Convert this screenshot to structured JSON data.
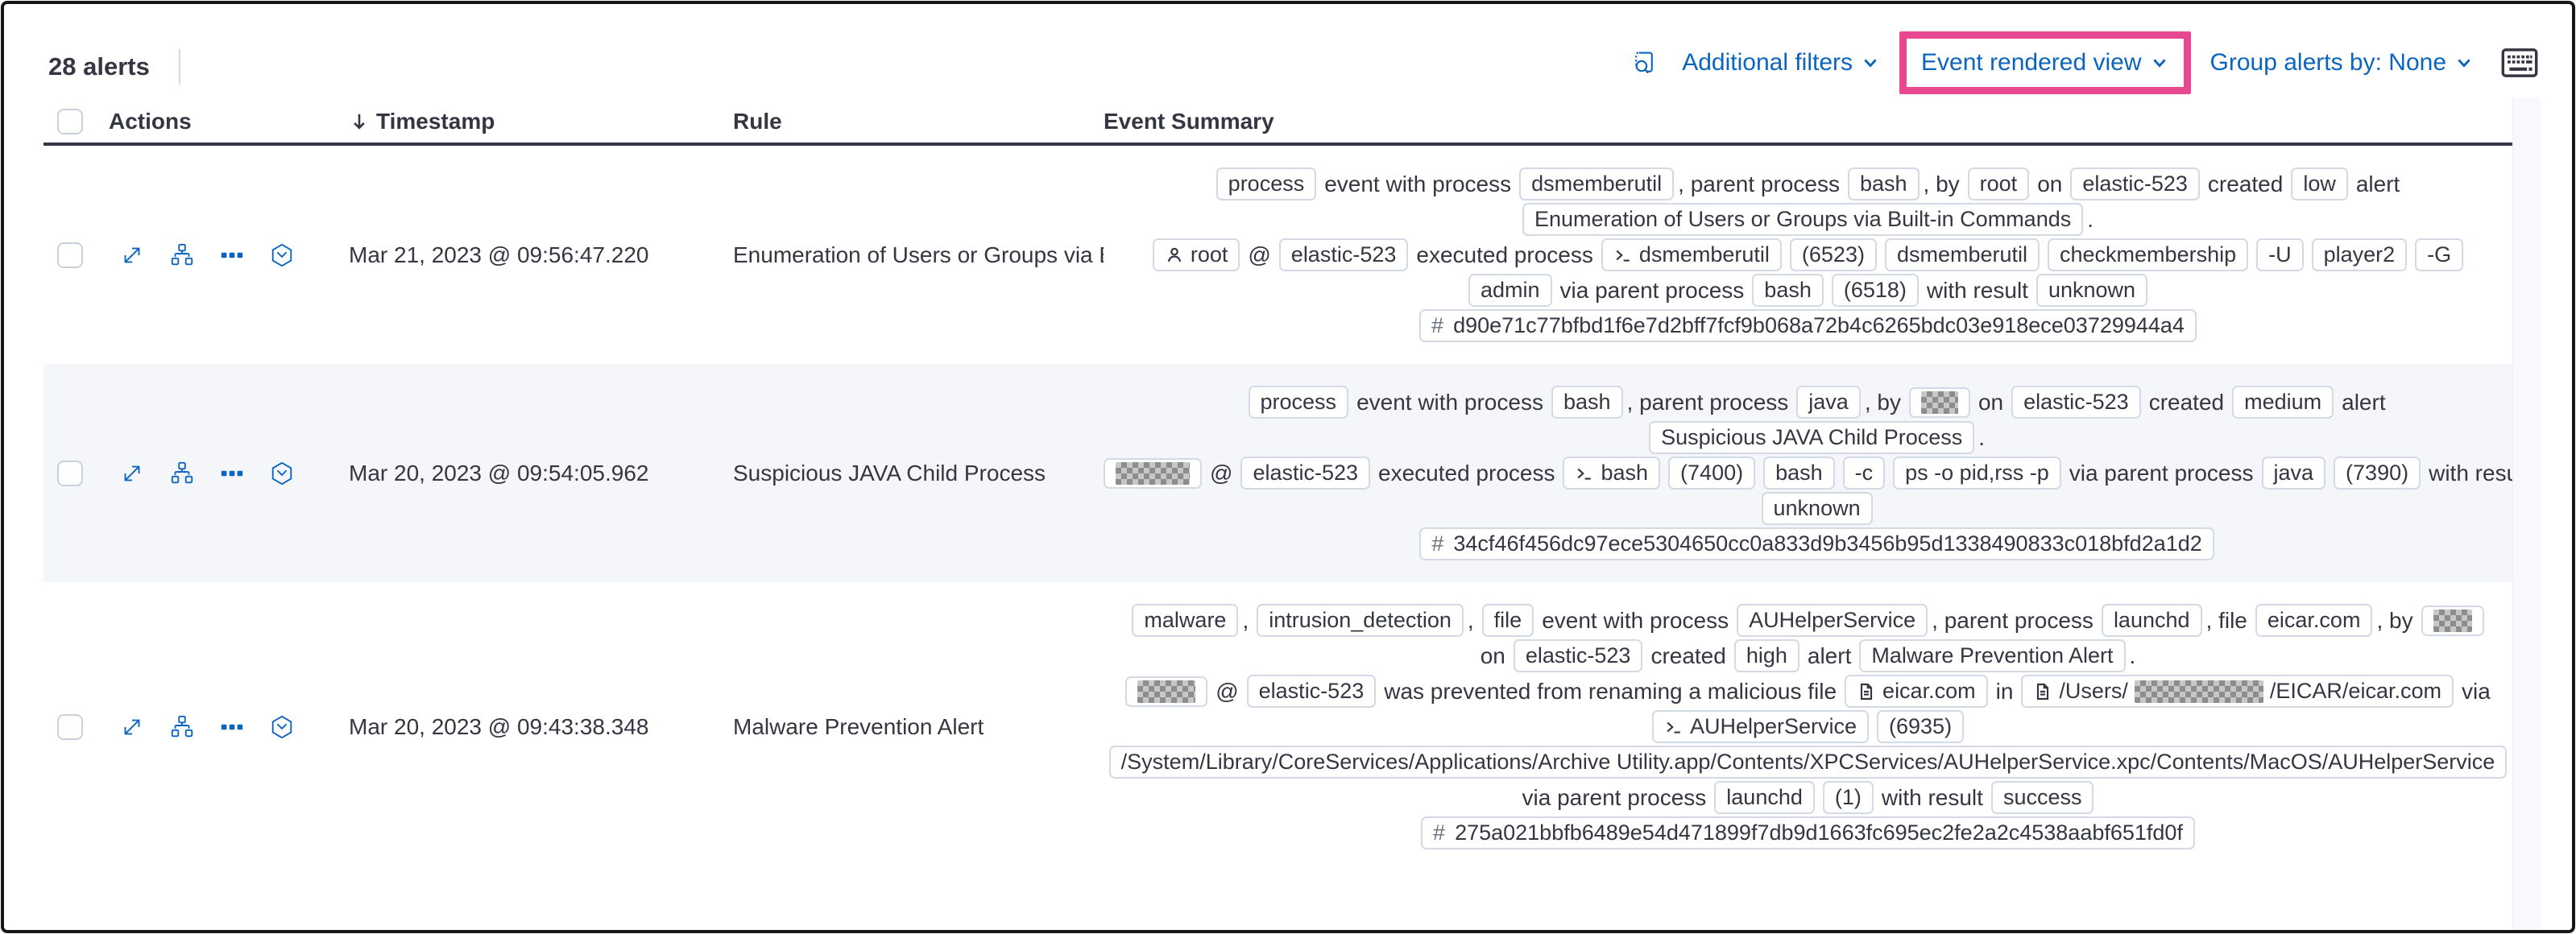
{
  "colors": {
    "link_blue": "#0b64bf",
    "highlight_pink": "#e8488f",
    "badge_border": "#d3dae6",
    "text_dark": "#343741",
    "row_stripe": "#f4f6fa"
  },
  "toolbar": {
    "alerts_count": "28 alerts",
    "inspect_icon": "inspect-icon",
    "additional_filters_label": "Additional filters",
    "event_rendered_view_label": "Event rendered view",
    "group_alerts_by_label": "Group alerts by: None",
    "keyboard_icon": "keyboard-icon",
    "highlight_note": "pink annotation box around Event rendered view"
  },
  "table": {
    "columns": [
      {
        "label": "Actions"
      },
      {
        "label": "Timestamp",
        "sort_icon": "arrow-down"
      },
      {
        "label": "Rule"
      },
      {
        "label": "Event Summary"
      }
    ],
    "action_icons": [
      "expand-alert",
      "analyze-event",
      "more-actions",
      "investigate-in-timeline"
    ],
    "rows": [
      {
        "timestamp": "Mar 21, 2023 @ 09:56:47.220",
        "rule": "Enumeration of Users or Groups via Bui",
        "summary": [
          [
            {
              "b": "process"
            },
            {
              "t": "event with process"
            },
            {
              "b": "dsmemberutil"
            },
            {
              "t": ", parent process"
            },
            {
              "b": "bash"
            },
            {
              "t": ", by"
            },
            {
              "b": "root"
            },
            {
              "t": "on"
            },
            {
              "b": "elastic-523"
            },
            {
              "t": "created"
            },
            {
              "b": "low"
            },
            {
              "t": "alert"
            }
          ],
          [
            {
              "b": "Enumeration of Users or Groups via Built-in Commands"
            },
            {
              "t": "."
            }
          ],
          [
            {
              "b": "root",
              "i": "user"
            },
            {
              "t": "@"
            },
            {
              "b": "elastic-523"
            },
            {
              "t": "executed process"
            },
            {
              "b": "dsmemberutil",
              "i": "terminal"
            },
            {
              "b": "(6523)"
            },
            {
              "b": "dsmemberutil"
            },
            {
              "b": "checkmembership"
            },
            {
              "b": "-U"
            },
            {
              "b": "player2"
            },
            {
              "b": "-G"
            }
          ],
          [
            {
              "b": "admin"
            },
            {
              "t": "via parent process"
            },
            {
              "b": "bash"
            },
            {
              "b": "(6518)"
            },
            {
              "t": "with result"
            },
            {
              "b": "unknown"
            }
          ],
          [
            {
              "b": "d90e71c77bfbd1f6e7d2bff7fcf9b068a72b4c6265bdc03e918ece03729944a4",
              "i": "hash"
            }
          ]
        ]
      },
      {
        "timestamp": "Mar 20, 2023 @ 09:54:05.962",
        "rule": "Suspicious JAVA Child Process",
        "summary": [
          [
            {
              "b": "process"
            },
            {
              "t": "event with process"
            },
            {
              "b": "bash"
            },
            {
              "t": ", parent process"
            },
            {
              "b": "java"
            },
            {
              "t": ", by"
            },
            {
              "b": [
                46
              ]
            },
            {
              "t": "on"
            },
            {
              "b": "elastic-523"
            },
            {
              "t": "created"
            },
            {
              "b": "medium"
            },
            {
              "t": "alert"
            }
          ],
          [
            {
              "b": "Suspicious JAVA Child Process"
            },
            {
              "t": "."
            }
          ],
          [
            {
              "b": [
                92
              ]
            },
            {
              "t": "@"
            },
            {
              "b": "elastic-523"
            },
            {
              "t": "executed process"
            },
            {
              "b": "bash",
              "i": "terminal"
            },
            {
              "b": "(7400)"
            },
            {
              "b": "bash"
            },
            {
              "b": "-c"
            },
            {
              "b": "ps -o pid,rss -p"
            },
            {
              "t": "via parent process"
            },
            {
              "b": "java"
            },
            {
              "b": "(7390)"
            },
            {
              "t": "with result"
            }
          ],
          [
            {
              "b": "unknown"
            }
          ],
          [
            {
              "b": "34cf46f456dc97ece5304650cc0a833d9b3456b95d1338490833c018bfd2a1d2",
              "i": "hash"
            }
          ]
        ]
      },
      {
        "timestamp": "Mar 20, 2023 @ 09:43:38.348",
        "rule": "Malware Prevention Alert",
        "summary": [
          [
            {
              "b": "malware"
            },
            {
              "t": ","
            },
            {
              "b": "intrusion_detection"
            },
            {
              "t": ","
            },
            {
              "b": "file"
            },
            {
              "t": "event with process"
            },
            {
              "b": "AUHelperService"
            },
            {
              "t": ", parent process"
            },
            {
              "b": "launchd"
            },
            {
              "t": ", file"
            },
            {
              "b": "eicar.com"
            },
            {
              "t": ", by"
            },
            {
              "b": [
                48
              ]
            }
          ],
          [
            {
              "t": "on"
            },
            {
              "b": "elastic-523"
            },
            {
              "t": "created"
            },
            {
              "b": "high"
            },
            {
              "t": "alert"
            },
            {
              "b": "Malware Prevention Alert"
            },
            {
              "t": "."
            }
          ],
          [
            {
              "b": [
                72
              ]
            },
            {
              "t": "@"
            },
            {
              "b": "elastic-523"
            },
            {
              "t": "was prevented from renaming a malicious file"
            },
            {
              "b": "eicar.com",
              "i": "file"
            },
            {
              "t": "in"
            },
            {
              "b": [
                "/Users/",
                160,
                "/EICAR/eicar.com"
              ],
              "i": "file"
            },
            {
              "t": "via"
            }
          ],
          [
            {
              "b": "AUHelperService",
              "i": "terminal"
            },
            {
              "b": "(6935)"
            }
          ],
          [
            {
              "b": "/System/Library/CoreServices/Applications/Archive Utility.app/Contents/XPCServices/AUHelperService.xpc/Contents/MacOS/AUHelperService"
            }
          ],
          [
            {
              "t": "via parent process"
            },
            {
              "b": "launchd"
            },
            {
              "b": "(1)"
            },
            {
              "t": "with result"
            },
            {
              "b": "success"
            }
          ],
          [
            {
              "b": "275a021bbfb6489e54d471899f7db9d1663fc695ec2fe2a2c4538aabf651fd0f",
              "i": "hash"
            }
          ]
        ]
      }
    ]
  }
}
